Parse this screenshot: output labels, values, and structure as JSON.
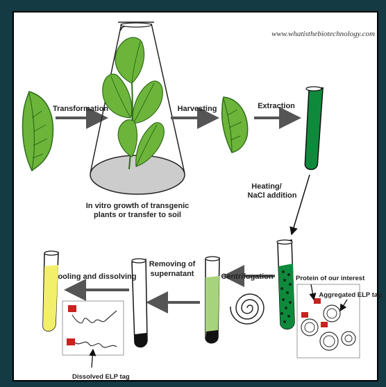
{
  "website": "www.whatisthebiotechnology.com",
  "steps": {
    "transformation": "Transformation",
    "harvesting": "Harvesting",
    "extraction": "Extraction",
    "heating_line1": "Heating/",
    "heating_line2": "NaCl addition",
    "invitro_line1": "In vitro growth of transgenic",
    "invitro_line2": "plants or transfer to soil",
    "centrifugation": "Centrifugation",
    "removing_line1": "Removing of",
    "removing_line2": "supernatant",
    "cooling": "Cooling and dissolving"
  },
  "callouts": {
    "protein": "Protein of our interest",
    "aggregated": "Aggregated ELP tag",
    "dissolved": "Dissolved ELP tag"
  },
  "colors": {
    "leaf": "#6cb53a",
    "leaf_dark": "#2f6b1a",
    "green_liquid": "#0f8a3c",
    "light_green_liquid": "#a7d37c",
    "yellow_liquid": "#f2ef6b",
    "red_protein": "#c8231f"
  }
}
